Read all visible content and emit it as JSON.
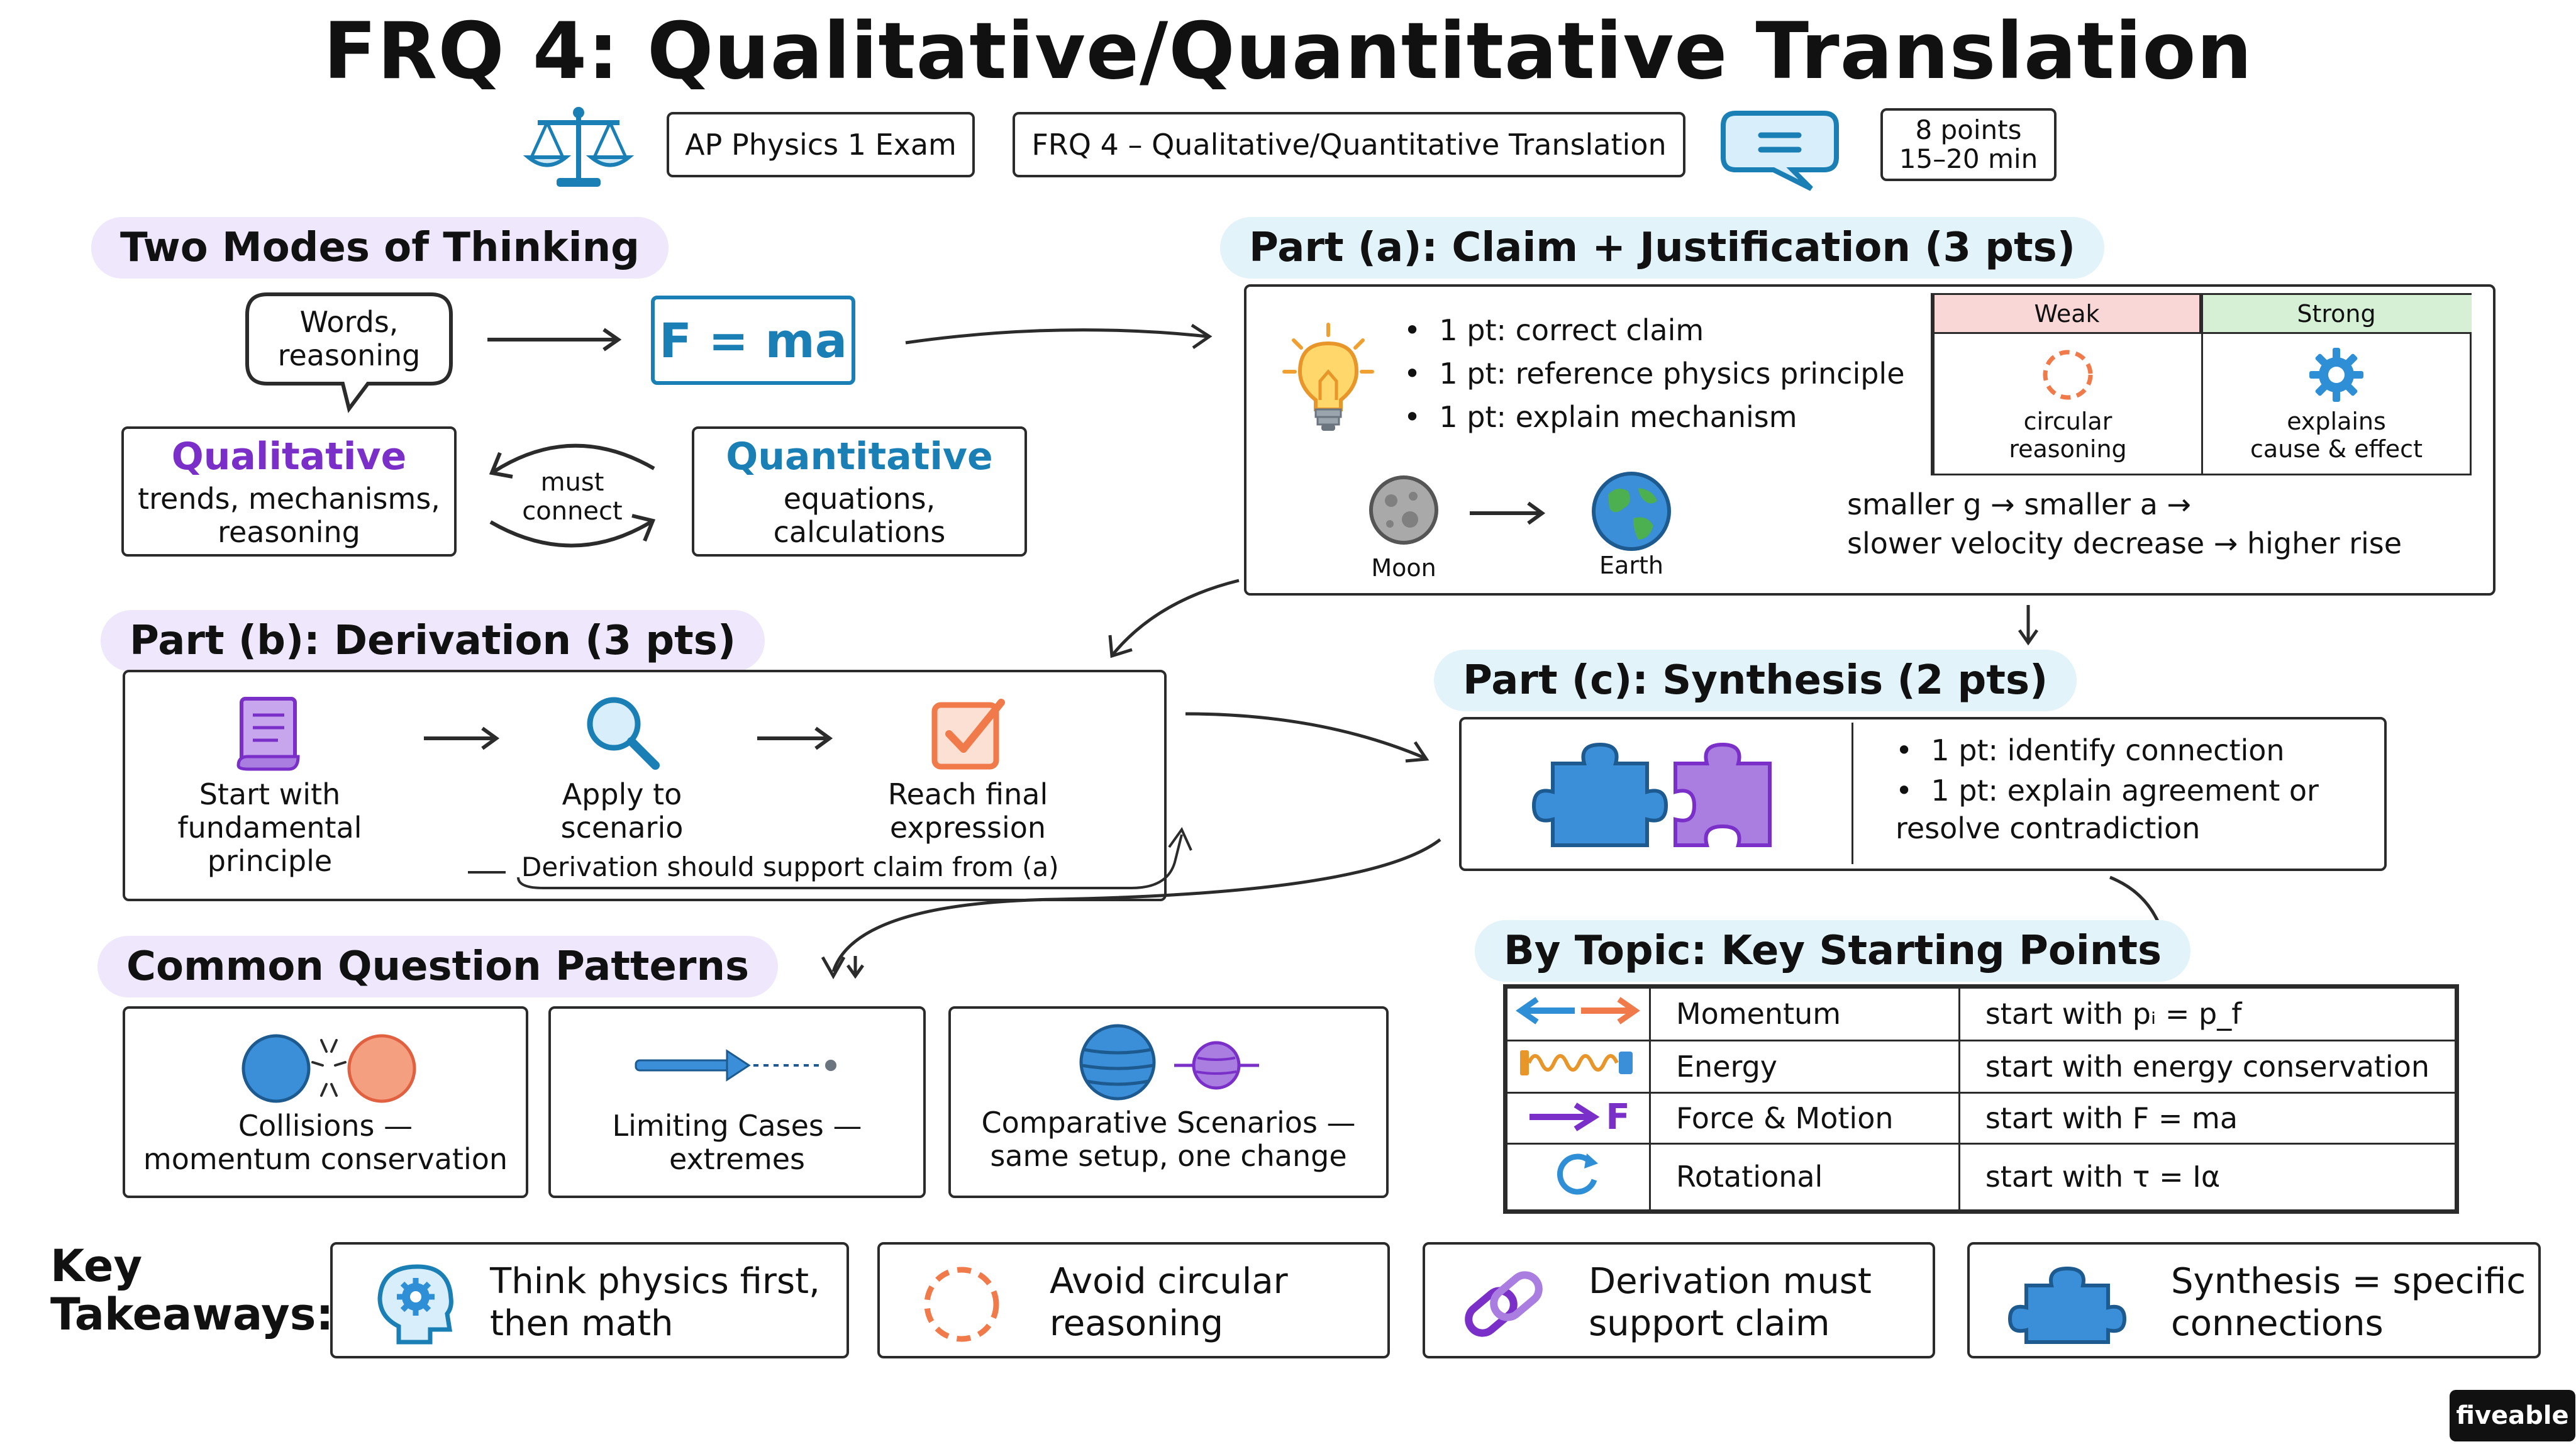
{
  "title": "FRQ 4: Qualitative/Quantitative Translation",
  "header": {
    "exam_label": "AP Physics 1 Exam",
    "frq_label": "FRQ 4 – Qualitative/Quantitative Translation",
    "points": "8 points",
    "time": "15–20 min"
  },
  "two_modes": {
    "heading": "Two Modes of Thinking",
    "bubble_text": "Words,\nreasoning",
    "equation": "F = ma",
    "qualitative_title": "Qualitative",
    "qualitative_desc": "trends, mechanisms,\nreasoning",
    "connect_label": "must\nconnect",
    "quantitative_title": "Quantitative",
    "quantitative_desc": "equations,\ncalculations"
  },
  "part_a": {
    "heading": "Part (a): Claim + Justification (3 pts)",
    "bullets": [
      "1 pt: correct claim",
      "1 pt: reference physics principle",
      "1 pt: explain mechanism"
    ],
    "weak_label": "Weak",
    "weak_desc": "circular\nreasoning",
    "strong_label": "Strong",
    "strong_desc": "explains\ncause & effect",
    "moon_label": "Moon",
    "earth_label": "Earth",
    "chain_line1": "smaller g → smaller a →",
    "chain_line2": "slower velocity decrease → higher rise"
  },
  "part_b": {
    "heading": "Part (b): Derivation (3 pts)",
    "steps": [
      "Start with\nfundamental\nprinciple",
      "Apply to\nscenario",
      "Reach final\nexpression"
    ],
    "note": "Derivation should support claim from (a)"
  },
  "part_c": {
    "heading": "Part (c): Synthesis (2 pts)",
    "bullets": [
      "1 pt: identify connection",
      "1 pt: explain agreement or\nresolve contradiction"
    ]
  },
  "patterns": {
    "heading": "Common Question Patterns",
    "items": [
      "Collisions —\nmomentum conservation",
      "Limiting Cases —\nextremes",
      "Comparative Scenarios —\nsame setup, one change"
    ]
  },
  "topics": {
    "heading": "By Topic: Key Starting Points",
    "rows": [
      {
        "icon": "double-arrow-icon",
        "topic": "Momentum",
        "start": "start with pᵢ = p_f"
      },
      {
        "icon": "spring-icon",
        "topic": "Energy",
        "start": "start with energy conservation"
      },
      {
        "icon": "force-arrow-icon",
        "icon_text": "F",
        "topic": "Force & Motion",
        "start": "start with F = ma"
      },
      {
        "icon": "rotation-icon",
        "topic": "Rotational",
        "start": "start with τ = Iα"
      }
    ]
  },
  "takeaways": {
    "heading": "Key\nTakeaways:",
    "items": [
      "Think physics first,\nthen math",
      "Avoid circular\nreasoning",
      "Derivation must\nsupport claim",
      "Synthesis = specific\nconnections"
    ]
  },
  "brand": "fiveable",
  "colors": {
    "purple": "#7b2fc9",
    "blue": "#1a7fb5",
    "orange": "#f07a4a",
    "weak_bg": "#f9d7d7",
    "strong_bg": "#d6f0d6"
  }
}
